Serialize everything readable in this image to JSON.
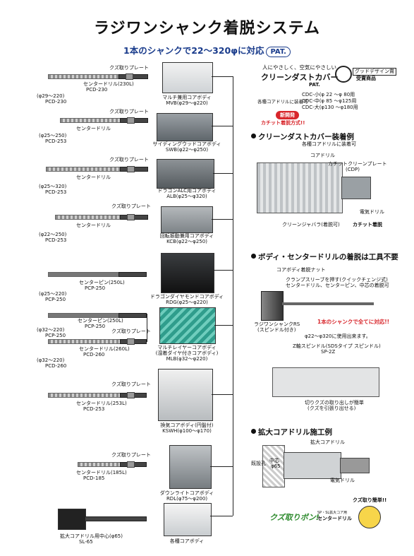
{
  "header": {
    "title": "ラジワンシャンク着脱システム",
    "subtitle": "1本のシャンクで22～320φに対応",
    "pat_badge": "PAT."
  },
  "rows": [
    {
      "drill_label": "センタードリル(230L)",
      "drill_code": "PCD-230",
      "plate": "クズ取りプレート",
      "range": "(φ29～220)",
      "code2": "PCD-230",
      "core_name": "マルチ兼用コアボディ",
      "core_code": "MVB(φ29～φ220)"
    },
    {
      "drill_label": "センタードリル",
      "drill_code": "",
      "plate": "クズ取りプレート",
      "range": "(φ25～250)",
      "code2": "PCD-253",
      "core_name": "サイディングウッドコアボディ",
      "core_code": "SWB(φ22～φ250)"
    },
    {
      "drill_label": "センタードリル",
      "drill_code": "",
      "plate": "クズ取りプレート",
      "range": "(φ25～320)",
      "code2": "PCD-253",
      "core_name": "ドラゴンALC用コアボディ",
      "core_code": "ALB(φ25～φ320)"
    },
    {
      "drill_label": "センタードリル",
      "drill_code": "",
      "plate": "クズ取りプレート",
      "range": "(φ22～250)",
      "code2": "PCD-253",
      "core_name": "回転振動兼用コアボディ",
      "core_code": "KCB(φ22～φ250)"
    },
    {
      "drill_label": "センターピン(250L)",
      "drill_code": "PCP-250",
      "plate": "",
      "range": "(φ25～220)",
      "code2": "PCP-250",
      "core_name": "ドラゴンダイヤモンドコアボディ",
      "core_code": "RDG(φ25～φ220)"
    },
    {
      "drill_label": "センターピン(250L)",
      "drill_code": "PCP-250",
      "plate": "クズ取りプレート",
      "range": "(φ32～220)",
      "code2": "PCP-250",
      "core_name": "マルチレイヤーコアボディ",
      "core_code": "(湿着ダイヤ付きコアボディ)"
    },
    {
      "drill_label": "センタードリル(260L)",
      "drill_code": "PCD-260",
      "plate": "",
      "range": "(φ32～220)",
      "code2": "PCD-260",
      "core_name": "",
      "core_code": "MLB(φ32～φ220)"
    },
    {
      "drill_label": "センタードリル(253L)",
      "drill_code": "PCD-253",
      "plate": "クズ取りプレート",
      "range": "",
      "code2": "",
      "core_name": "換気コアボディ(円盤付)",
      "core_code": "KSWH(φ100～φ170)"
    },
    {
      "drill_label": "センタードリル(185L)",
      "drill_code": "PCD-185",
      "plate": "クズ取りプレート",
      "range": "",
      "code2": "",
      "core_name": "ダウンライトコアボディ",
      "core_code": "RDL(φ75～φ200)"
    },
    {
      "drill_label": "拡大コアドリル用中心(φ65)",
      "drill_code": "SL-65",
      "plate": "",
      "range": "",
      "code2": "",
      "core_name": "各種コアボディ",
      "core_code": ""
    }
  ],
  "clean_cover": {
    "tagline": "人にやさしく、空気にやさしい",
    "name": "クリーンダストカバー",
    "pat": "PAT.",
    "award1": "グッドデザイン賞",
    "award2": "受賞商品",
    "applies": "各種コアドリルに装着可",
    "sizes": [
      "CDC-小(φ 22 ～φ 80用",
      "CDC-中(φ 85 ～φ125用",
      "CDC-大(φ130 ～φ180用"
    ],
    "new_badge": "新開発",
    "new_text": "カチット着脱方式!!"
  },
  "section1": {
    "title": "クリーンダストカバー装着例",
    "note": "各種コアドリルに装着可",
    "labels": [
      "コアドリル",
      "カチットクリーンプレート",
      "(CDP)",
      "電気ドリル",
      "クリーンジャバラ(着脱可)",
      "カチット着脱"
    ]
  },
  "section2": {
    "title": "ボディ・センタードリルの着脱は工具不要",
    "nut": "コアボディ着脱ナット",
    "sleeve": "クランプスリーブを押す(クイックチェンジ式)",
    "sleeve2": "センタードリル、センターピン、中芯の着脱可",
    "shank": "ラジワンシャンクRS",
    "shank2": "(スピンドル付き)",
    "red": "1本のシャンクで全てに対応!!",
    "fit": "φ22～φ320に使用出来ます。",
    "spindle": "Z軸スピンドル(SDSタイプ スピンドル)",
    "spindle_code": "SP-2Z",
    "chip": "切りクズの取り出しが簡単",
    "chip2": "(クズを引張り出せる)"
  },
  "section3": {
    "title": "拡大コアドリル施工例",
    "label1": "拡大コアドリル",
    "label2": "既設孔",
    "label3": "中芯",
    "label4": "φ65",
    "label5": "電気ドリル"
  },
  "promo": {
    "logo_text": "クズ取りポン!",
    "desc1": "SP・SL拡大コア用",
    "desc2": "センタードリル",
    "speech": "クズ取り簡単!!"
  }
}
